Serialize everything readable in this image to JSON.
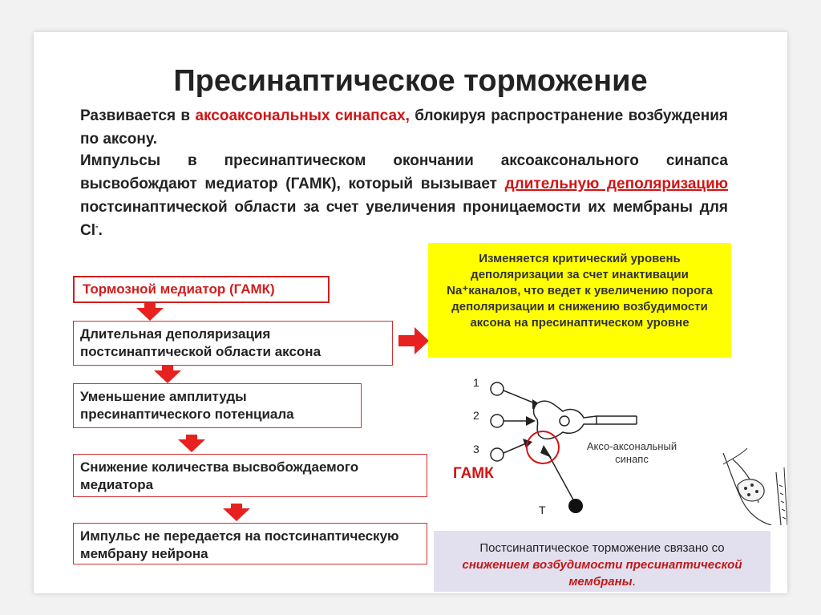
{
  "title": "Пресинаптическое торможение",
  "para1": {
    "p1": "Развивается в ",
    "p1_red": "аксоаксональных синапсах,",
    "p1_end": " блокируя распространение возбуждения по аксону."
  },
  "para2": {
    "p1": "Импульсы в пресинаптическом окончании аксоаксонального синапса высвобождают медиатор (ГАМК), который вызывает ",
    "red_underlined": "длительную деполяризацию ",
    "p2": "постсинаптической области за счет увеличения проницаемости их мембраны для Cl",
    "sup": "-",
    "end": "."
  },
  "flow": [
    "Тормозной медиатор (ГАМК)",
    "Длительная деполяризация постсинаптической области аксона",
    "Уменьшение амплитуды пресинаптического потенциала",
    "Снижение количества высвобождаемого медиатора",
    "Импульс не передается на постсинаптическую мембрану нейрона"
  ],
  "yellow_note": "Изменяется критический уровень деполяризации за счет инактивации Na⁺каналов, что ведет к увеличению порога деполяризации и снижению возбудимости аксона на пресинаптическом уровне",
  "diagram": {
    "labels": [
      "1",
      "2",
      "3",
      "Т"
    ],
    "gamk": "ГАМК",
    "synapse_label": "Аксо-аксональный синапс"
  },
  "bottom_note": {
    "text": "Постсинаптическое торможение связано со ",
    "em": "снижением возбудимости пресинаптической мембраны",
    "end": "."
  },
  "colors": {
    "accent_red": "#d21414",
    "yellow": "#ffff00",
    "lavender": "#e2e0ef"
  }
}
